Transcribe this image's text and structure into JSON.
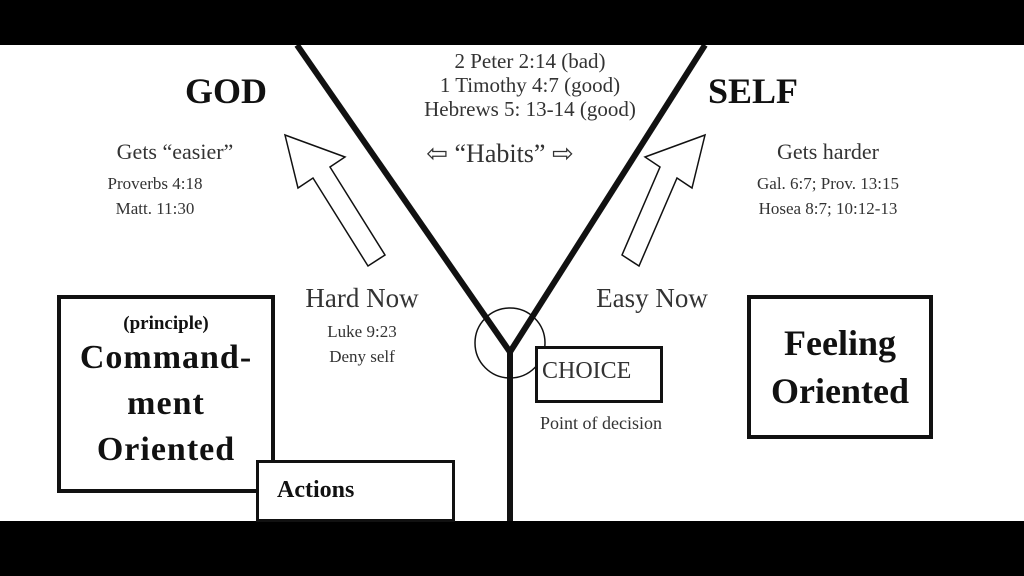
{
  "left": {
    "title": "GOD",
    "trend": "Gets “easier”",
    "refs": [
      "Proverbs 4:18",
      "Matt. 11:30"
    ],
    "now": "Hard Now",
    "now_refs": [
      "Luke 9:23",
      "Deny self"
    ],
    "box": {
      "label": "(principle)",
      "lines": [
        "Command-",
        "ment",
        "Oriented"
      ]
    },
    "actions": "Actions"
  },
  "right": {
    "title": "SELF",
    "trend": "Gets harder",
    "refs": [
      "Gal. 6:7; Prov. 13:15",
      "Hosea 8:7; 10:12-13"
    ],
    "now": "Easy Now",
    "box": {
      "lines": [
        "Feeling",
        "Oriented"
      ]
    }
  },
  "center": {
    "refs": [
      "2 Peter 2:14 (bad)",
      "1 Timothy 4:7 (good)",
      "Hebrews 5:  13-14 (good)"
    ],
    "habits": "⇦ “Habits” ⇨",
    "choice": "CHOICE",
    "decision": "Point of decision"
  }
}
